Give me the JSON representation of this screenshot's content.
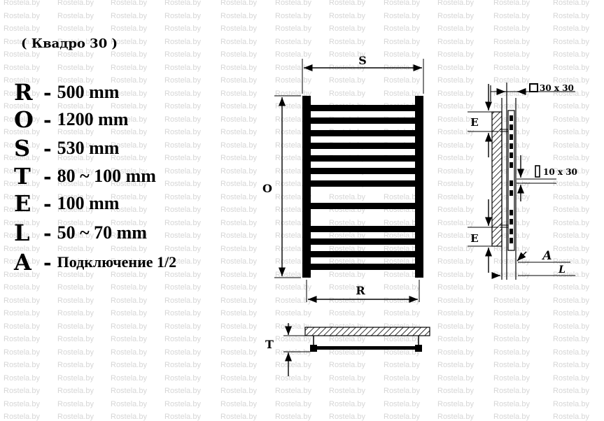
{
  "watermark_text": "Rostela.by",
  "title": "( Квадро  30 )",
  "specs": [
    {
      "letter": "R",
      "dash": "-",
      "value": "500 mm"
    },
    {
      "letter": "O",
      "dash": "-",
      "value": "1200 mm"
    },
    {
      "letter": "S",
      "dash": "-",
      "value": "530 mm"
    },
    {
      "letter": "T",
      "dash": "-",
      "value": "80 ~ 100 mm"
    },
    {
      "letter": "E",
      "dash": "-",
      "value": "100 mm"
    },
    {
      "letter": "L",
      "dash": "-",
      "value": "50 ~ 70 mm"
    },
    {
      "letter": "A",
      "dash": "-",
      "value": "Подключение 1/2"
    }
  ],
  "labels": {
    "S": "S",
    "O": "O",
    "R": "R",
    "T": "T",
    "E_top": "E",
    "E_bottom": "E",
    "A": "A",
    "L": "L",
    "profile_30": "30 x 30",
    "profile_10": "10 x 30"
  },
  "colors": {
    "ink": "#000000",
    "watermark": "#d6d6d6",
    "background": "#ffffff"
  }
}
